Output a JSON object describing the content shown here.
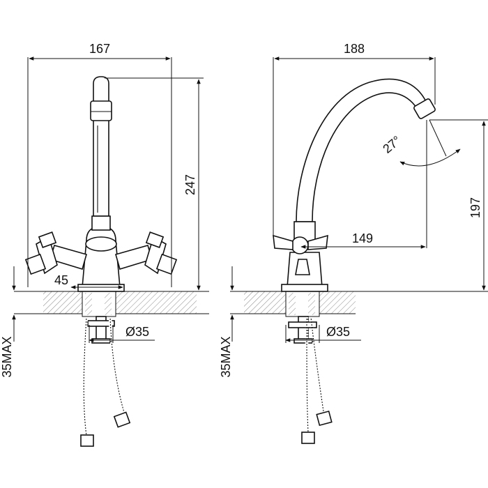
{
  "front_view": {
    "width_label": "167",
    "height_label": "247",
    "handle_offset_label": "45",
    "hole_diameter_label": "Ø35",
    "countertop_label": "35MAX"
  },
  "side_view": {
    "width_label": "188",
    "height_label": "197",
    "spout_reach_label": "149",
    "angle_label": "27°",
    "hole_diameter_label": "Ø35",
    "countertop_label": "35MAX"
  }
}
